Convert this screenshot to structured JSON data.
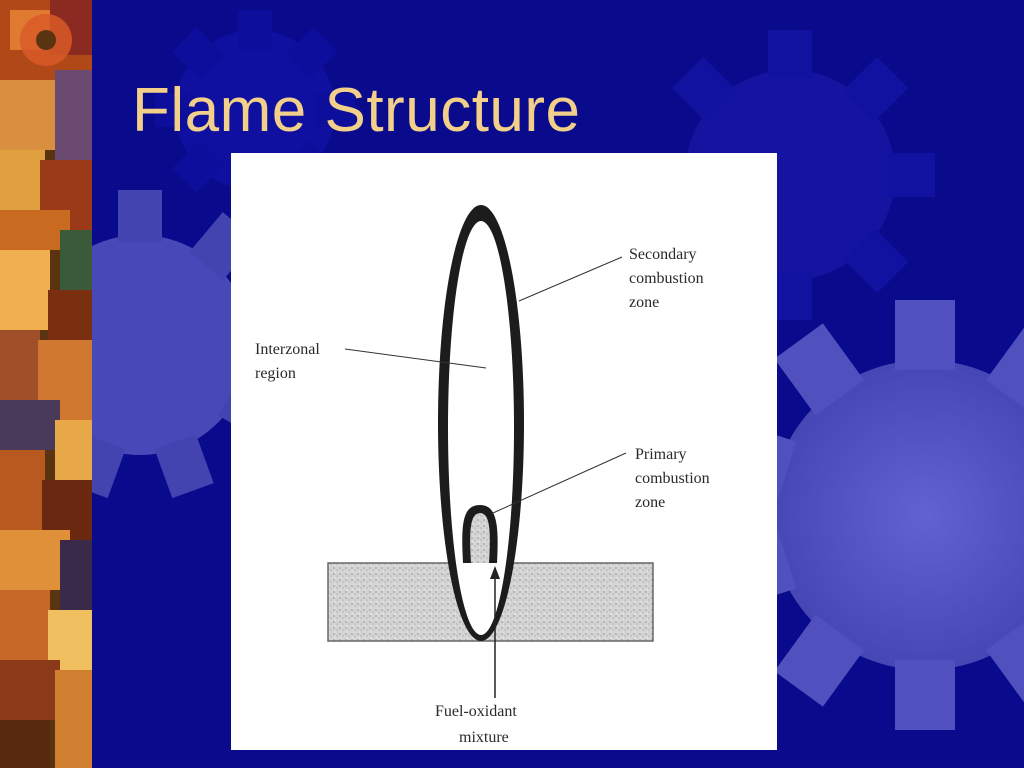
{
  "slide": {
    "title": "Flame Structure",
    "colors": {
      "background": "#0a0a8c",
      "title": "#f2d08a",
      "gear": "#5a5ac8"
    }
  },
  "figure": {
    "labels": {
      "interzonal": [
        "Interzonal",
        "region"
      ],
      "secondary": [
        "Secondary",
        "combustion",
        "zone"
      ],
      "primary": [
        "Primary",
        "combustion",
        "zone"
      ],
      "fuel": [
        "Fuel-oxidant",
        "mixture"
      ]
    }
  }
}
